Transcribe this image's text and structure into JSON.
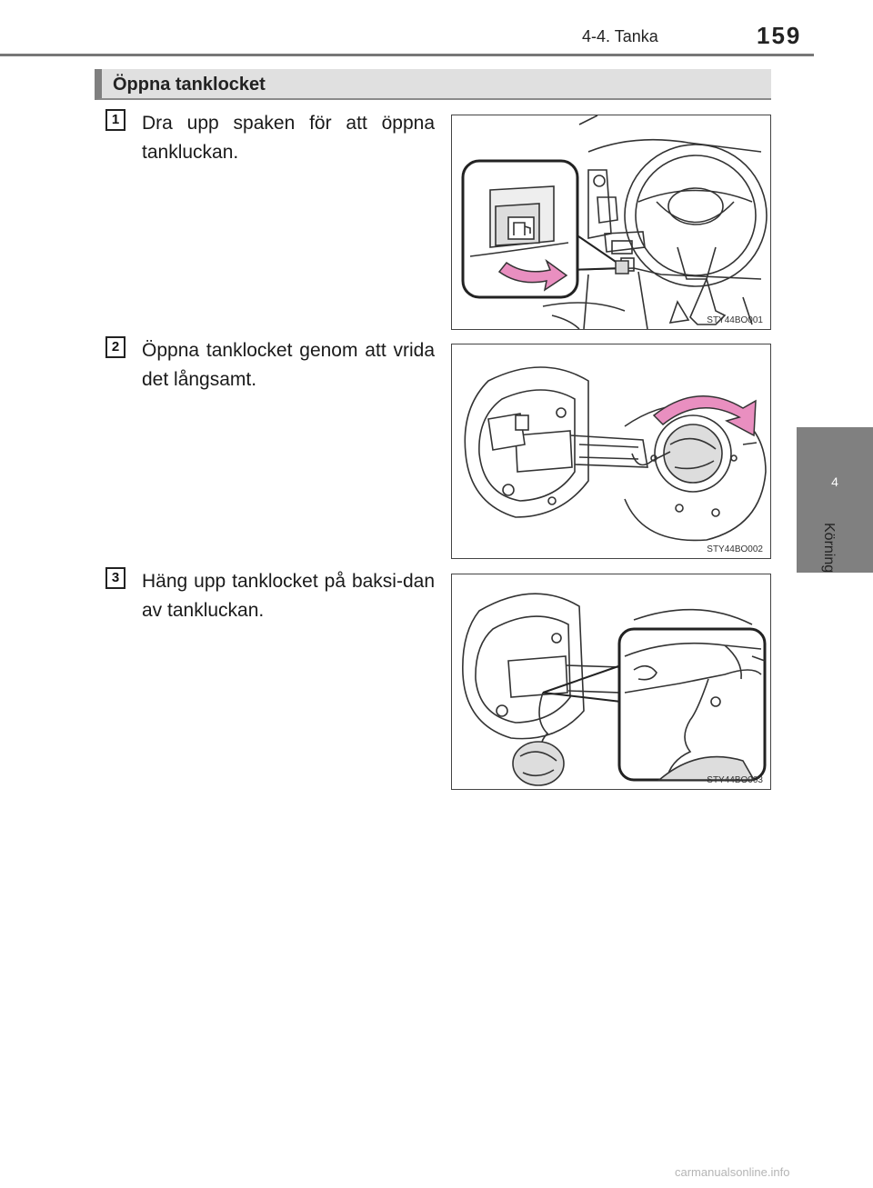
{
  "header": {
    "section_label": "4-4. Tanka",
    "page_number": "159"
  },
  "side_tab": {
    "chapter_number": "4",
    "chapter_title": "Körning"
  },
  "title": "Öppna tanklocket",
  "steps": [
    {
      "number": "1",
      "text": "Dra upp spaken för att öppna tankluckan.",
      "figure_code": "STY44BO001"
    },
    {
      "number": "2",
      "text": "Öppna tanklocket genom att vrida det långsamt.",
      "figure_code": "STY44BO002"
    },
    {
      "number": "3",
      "text": "Häng upp tanklocket på baksi-dan av tankluckan.",
      "figure_code": "STY44BO003"
    }
  ],
  "colors": {
    "arrow_pink": "#e98fc0",
    "tab_gray": "#808080",
    "title_bar_gray": "#e0e0e0"
  },
  "watermark": "carmanualsonline.info"
}
